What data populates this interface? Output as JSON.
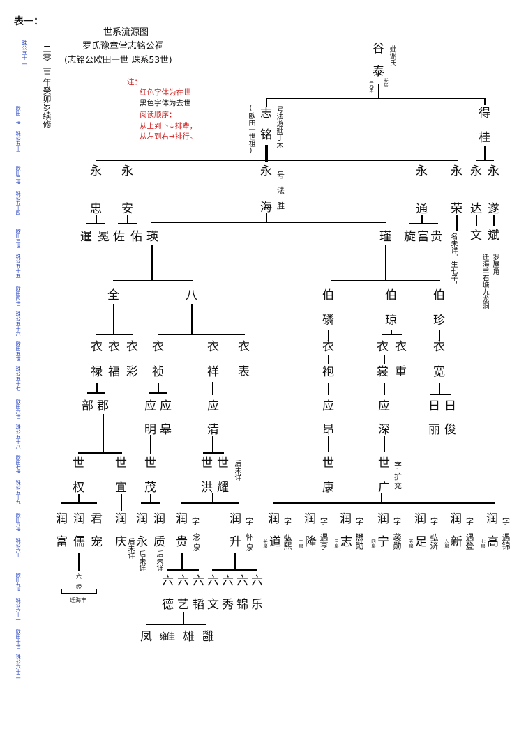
{
  "header": {
    "table_label": "表一：",
    "title": "世系流源图",
    "subtitle": "罗氏豫章堂志铭公祠",
    "subtitle2": "(志铭公欧田一世  珠系53世)",
    "revision": "二零二三年癸卯岁续修"
  },
  "legend": {
    "note_label": "注：",
    "red_meaning": "红色字体为在世",
    "black_meaning": "黑色字体为去世",
    "read_label": "阅读顺序：",
    "top_down": "从上到下↓排辈，",
    "left_right": "从左到右→排行。"
  },
  "colors": {
    "alive": "#d11a1a",
    "generation_label": "#1f3ec1",
    "line": "#000000"
  },
  "generations": [
    "珠公五十二",
    "欧田一世 珠公五十三",
    "欧田二世 珠公五十四",
    "欧田三世 珠公五十五",
    "欧田四世 珠公五十六",
    "欧田五世 珠公五十七",
    "欧田六世 珠公五十八",
    "欧田七世 珠公五十九",
    "欧田八世 珠公六十",
    "欧田九世 珠公六十一",
    "欧田十世 珠公六十二"
  ],
  "g1": {
    "gu": "谷",
    "tai": "泰",
    "wife": "妣谢氏",
    "zhang": "长房",
    "sanxiong": "三兄弟",
    "zhi": "志",
    "ming": "铭",
    "zhi_note": "号法遊妣丁太",
    "shizu": "(欧田一世祖)",
    "de": "得",
    "gui": "桂"
  },
  "g2": {
    "yong": "永",
    "hao": "号",
    "fa": "法",
    "sheng": "胜",
    "zhong": "忠",
    "an": "安",
    "hai": "海",
    "tong": "通",
    "rong": "荣",
    "da": "达",
    "sui": "遂",
    "rong_note": "名未详。生七子，",
    "wen": "文",
    "bin": "斌",
    "bin_note": "罗屋角",
    "wen_note": "迁海丰石塘九龙洞"
  },
  "g3": {
    "n1": "暹",
    "n2": "冕",
    "n3": "佐",
    "n4": "佑",
    "n5": "瑛",
    "jin": "瑾",
    "xuan": "旋",
    "fu": "富",
    "gui": "贵"
  },
  "g4": {
    "quan": "全",
    "ba": "八",
    "bo": "伯",
    "lin": "磷",
    "qiong": "琼",
    "zhen": "珍"
  },
  "g5": {
    "yi": "衣",
    "lu": "禄",
    "fu": "福",
    "cai": "彩",
    "zhen": "祯",
    "xiang": "祥",
    "biao": "表",
    "pao": "袍",
    "shang": "裳",
    "zhong": "重",
    "kuan": "宽"
  },
  "g6": {
    "bu": "部",
    "jun": "郡",
    "ying": "应",
    "ming": "明",
    "gao": "皋",
    "qing": "清",
    "ang": "昂",
    "shen": "深",
    "ri": "日",
    "li": "丽",
    "jun2": "俊"
  },
  "g7": {
    "shi": "世",
    "quan": "权",
    "yi": "宜",
    "mao": "茂",
    "hong": "洪",
    "yao": "耀",
    "yao_note": "后未详",
    "kang": "康",
    "guang": "广",
    "zi": "字",
    "kuo": "扩",
    "chong": "充"
  },
  "g8": {
    "run": "润",
    "jun": "君",
    "fu": "富",
    "ru": "儒",
    "chong": "宠",
    "qing": "庆",
    "qing_note": "后未详",
    "yong": "永",
    "yong_note": "后未详",
    "zhi": "质",
    "zhi_note": "后未详",
    "gui": "贵",
    "zi": "字",
    "nian": "念",
    "quan": "泉",
    "sheng": "升",
    "huai": "怀",
    "dao": "道",
    "hongxi": "弘熙",
    "long": "隆",
    "yuheng": "遇亨",
    "zhi2": "志",
    "maoxun": "懋勋",
    "ning": "宁",
    "xixun": "袭勋",
    "zu": "足",
    "hongji": "弘济",
    "xin": "新",
    "yudeng": "遇登",
    "gao": "高",
    "yujin": "遇锦",
    "fang1": "长房",
    "fang2": "二房",
    "fang3": "三房",
    "fang4": "四房",
    "fang5": "五房",
    "fang6": "六房",
    "fang7": "七房"
  },
  "g9": {
    "liu": "六",
    "shou": "绶",
    "qian": "迁海丰",
    "de": "德",
    "yi": "艺",
    "tao": "韬",
    "wen": "文",
    "xiu": "秀",
    "jin": "锦",
    "le": "乐"
  },
  "g10": {
    "feng": "凤",
    "yong": "雍佳",
    "xiong": "雄",
    "yong2": "雝"
  }
}
